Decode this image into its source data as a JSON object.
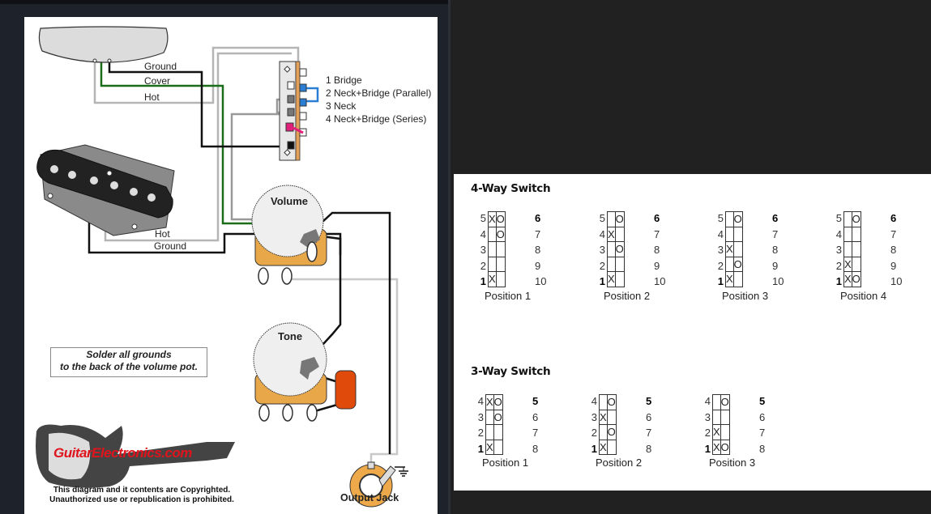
{
  "diagram": {
    "wire_labels": {
      "neck_ground": "Ground",
      "neck_cover": "Cover",
      "neck_hot": "Hot",
      "bridge_hot": "Hot",
      "bridge_ground": "Ground"
    },
    "switch_positions": [
      "1 Bridge",
      "2 Neck+Bridge (Parallel)",
      "3 Neck",
      "4 Neck+Bridge (Series)"
    ],
    "pots": {
      "volume": "Volume",
      "tone": "Tone"
    },
    "note_line1": "Solder all grounds",
    "note_line2": "to the back of the volume pot.",
    "logo": "GuitarElectronics.com",
    "copyright_line1": "This diagram and it contents are Copyrighted.",
    "copyright_line2": "Unauthorized use or republication is prohibited.",
    "output_jack": "Output Jack",
    "colors": {
      "ground": "#111111",
      "cover": "#1a6e1a",
      "hot": "#b5b5b5",
      "blue": "#2a7fd4",
      "pink": "#e0207a",
      "capacitor": "#e04a0a",
      "pot_base": "#e8a84a"
    }
  },
  "four_way": {
    "title": "4-Way Switch",
    "left_numbers": [
      "5",
      "4",
      "3",
      "2",
      "1"
    ],
    "right_numbers": [
      "6",
      "7",
      "8",
      "9",
      "10"
    ],
    "positions": [
      {
        "label": "Position 1",
        "grid": [
          [
            "X",
            "O"
          ],
          [
            "",
            "O"
          ],
          [
            "",
            ""
          ],
          [
            "",
            ""
          ],
          [
            "X",
            ""
          ]
        ]
      },
      {
        "label": "Position 2",
        "grid": [
          [
            "",
            "O"
          ],
          [
            "X",
            ""
          ],
          [
            "",
            "O"
          ],
          [
            "",
            ""
          ],
          [
            "X",
            ""
          ]
        ]
      },
      {
        "label": "Position 3",
        "grid": [
          [
            "",
            "O"
          ],
          [
            "",
            ""
          ],
          [
            "X",
            ""
          ],
          [
            "",
            "O"
          ],
          [
            "X",
            ""
          ]
        ]
      },
      {
        "label": "Position 4",
        "grid": [
          [
            "",
            "O"
          ],
          [
            "",
            ""
          ],
          [
            "",
            ""
          ],
          [
            "X",
            ""
          ],
          [
            "X",
            "O"
          ]
        ]
      }
    ]
  },
  "three_way": {
    "title": "3-Way Switch",
    "left_numbers": [
      "4",
      "3",
      "2",
      "1"
    ],
    "right_numbers": [
      "5",
      "6",
      "7",
      "8"
    ],
    "positions": [
      {
        "label": "Position 1",
        "grid": [
          [
            "X",
            "O"
          ],
          [
            "",
            "O"
          ],
          [
            "",
            ""
          ],
          [
            "X",
            ""
          ]
        ]
      },
      {
        "label": "Position 2",
        "grid": [
          [
            "",
            "O"
          ],
          [
            "X",
            ""
          ],
          [
            "",
            "O"
          ],
          [
            "X",
            ""
          ]
        ]
      },
      {
        "label": "Position 3",
        "grid": [
          [
            "",
            "O"
          ],
          [
            "",
            ""
          ],
          [
            "X",
            ""
          ],
          [
            "X",
            "O"
          ]
        ]
      }
    ]
  }
}
